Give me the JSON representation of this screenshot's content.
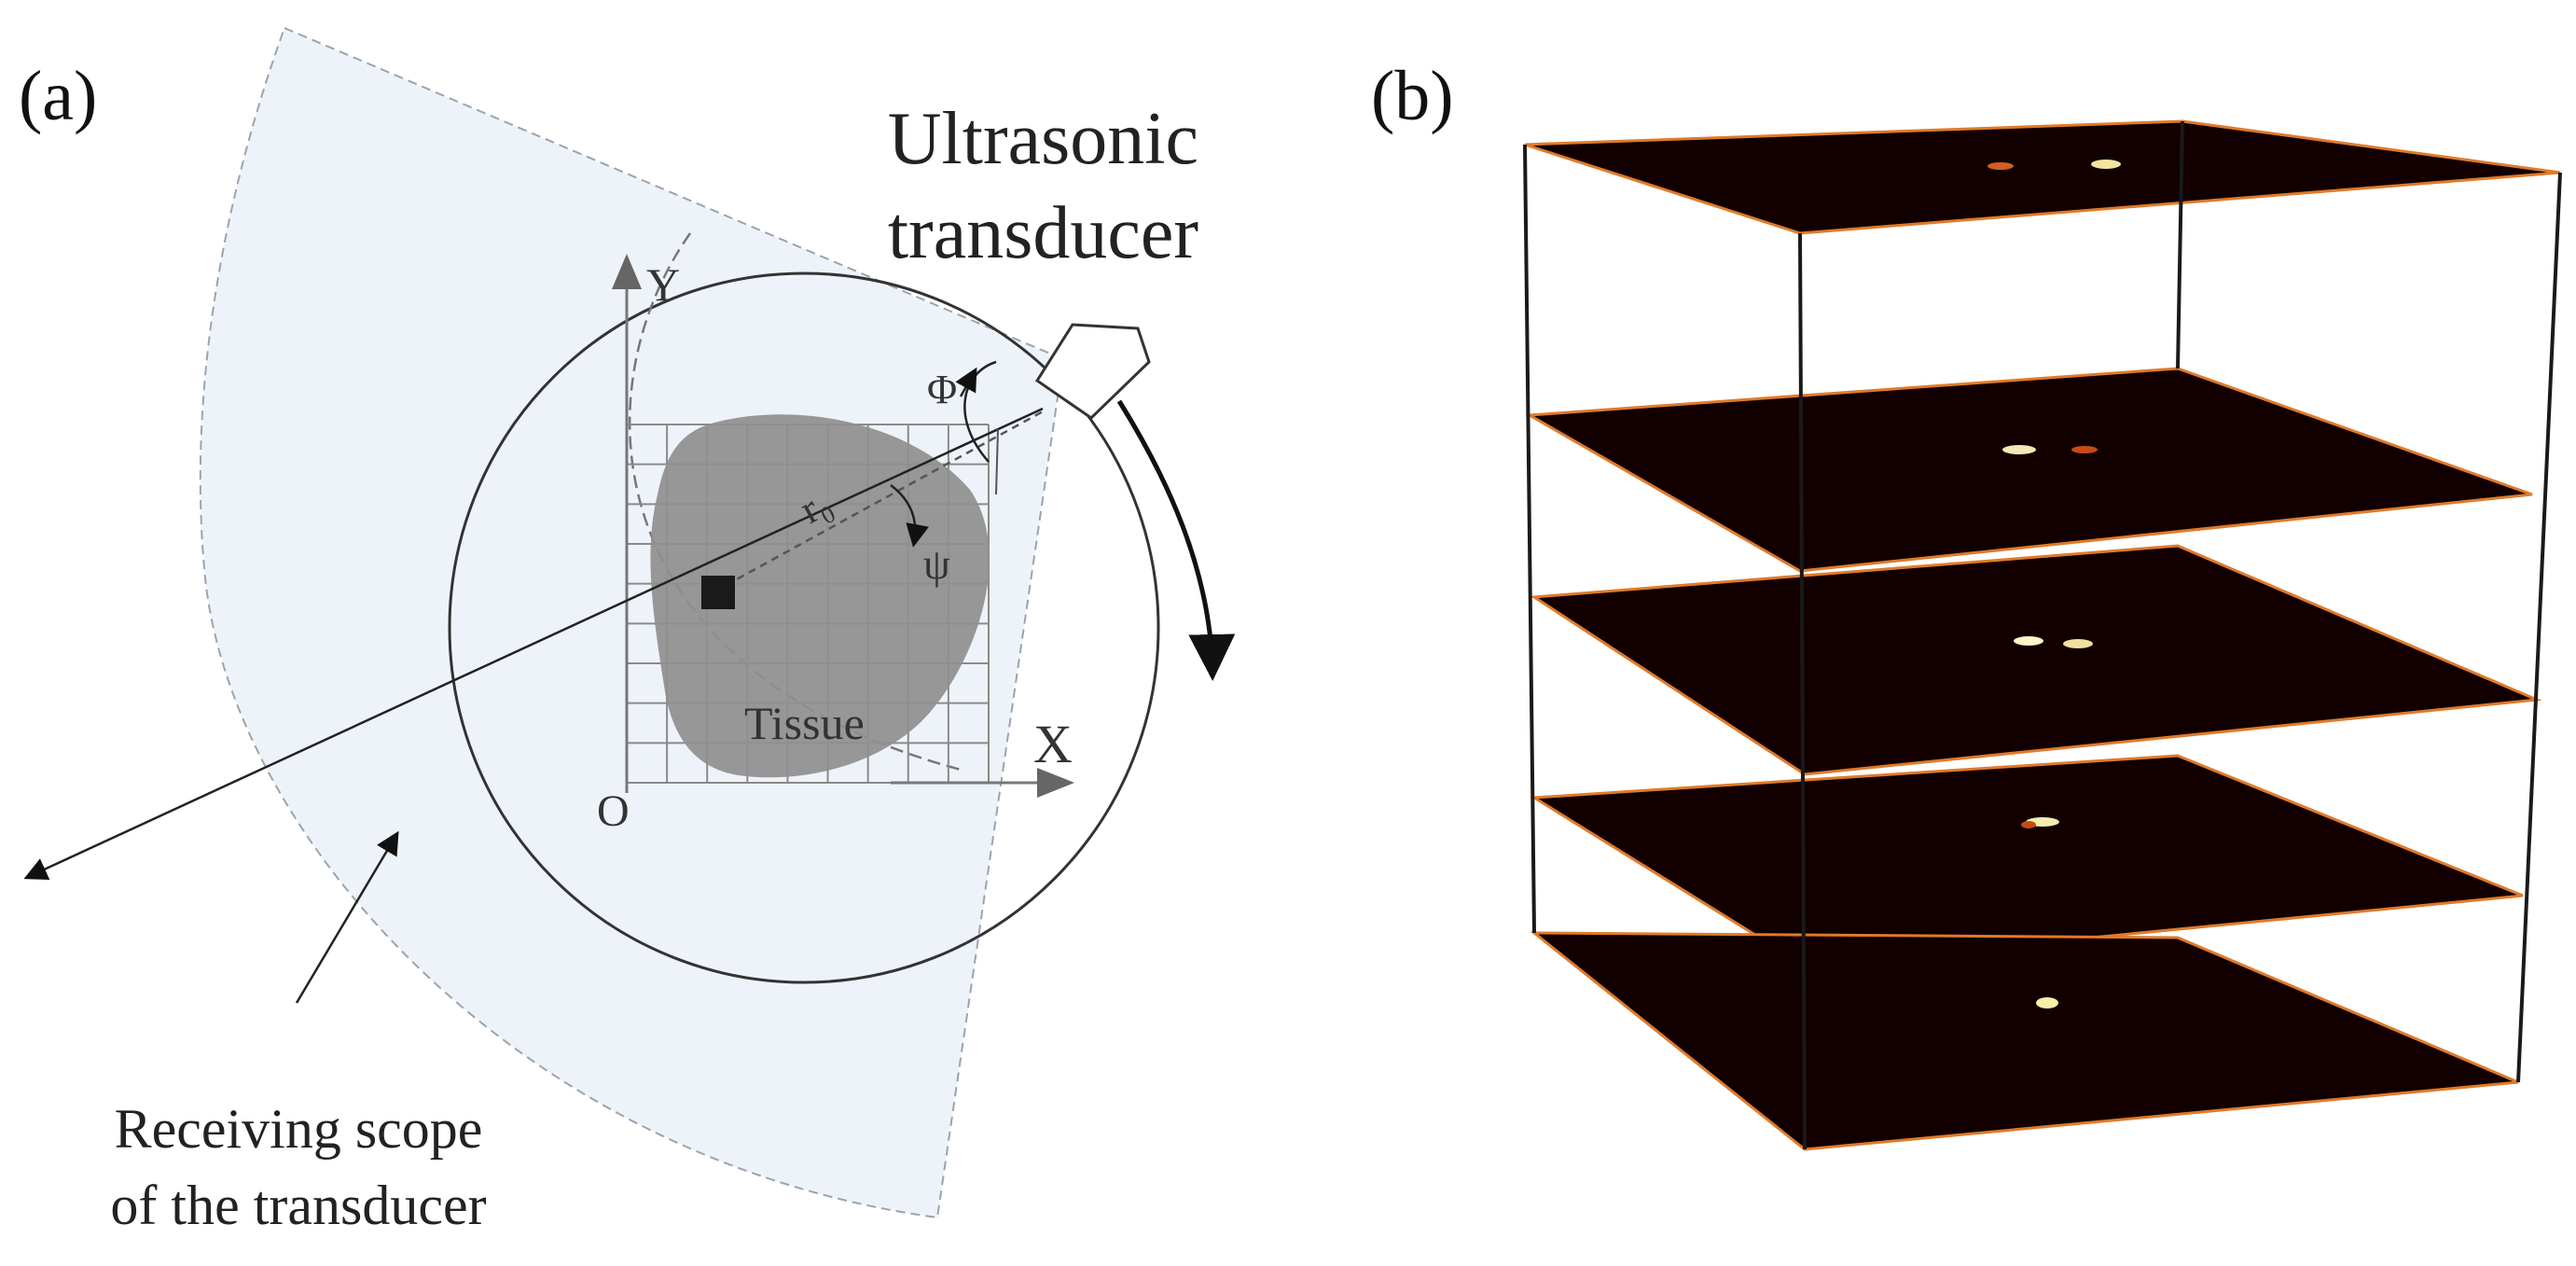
{
  "panel_a": {
    "label": "(a)",
    "title_line1": "Ultrasonic",
    "title_line2": "transducer",
    "axis_y": "Y",
    "axis_x": "X",
    "origin": "O",
    "tissue": "Tissue",
    "r0": "r₀",
    "phi": "Φ",
    "psi": "ψ",
    "scope_line1": "Receiving scope",
    "scope_line2": "of the transducer"
  },
  "panel_b": {
    "label": "(b)",
    "slice_count": 5
  },
  "colors": {
    "scope_fill": "#eef3fa",
    "tissue": "#8f8f8f",
    "slice": "#120000",
    "slice_edge": "#e07a2a"
  }
}
